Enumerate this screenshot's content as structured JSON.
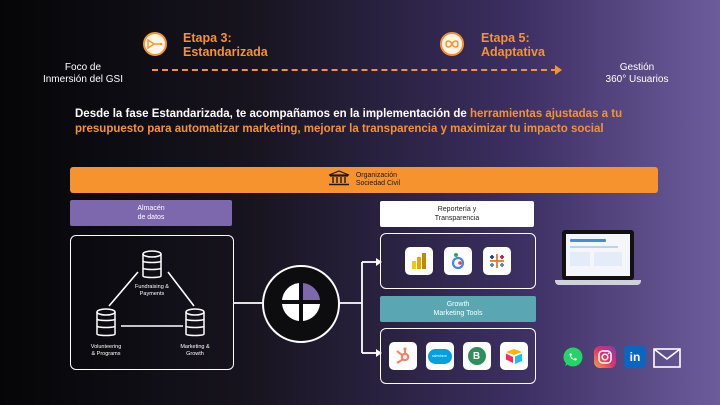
{
  "timeline": {
    "start_label": "Foco de\nInmersión del GSI",
    "end_label": "Gestión\n360° Usuarios",
    "stages": [
      {
        "title": "Etapa 3:",
        "subtitle": "Estandarizada",
        "icon": "funnel-icon"
      },
      {
        "title": "Etapa 5:",
        "subtitle": "Adaptativa",
        "icon": "infinity-icon"
      }
    ]
  },
  "intro": {
    "plain": "Desde la fase Estandarizada, te acompañamos en la implementación de ",
    "highlight_1": "herramientas ajustadas a tu",
    "highlight_2": "presupuesto para automatizar marketing, mejorar la transparencia y maximizar tu impacto social"
  },
  "banner": {
    "label": "Organización\nSociedad Civil",
    "icon": "building-icon"
  },
  "storage": {
    "header": "Almacén\nde datos",
    "nodes": [
      {
        "label": "Fundraising &\nPayments",
        "icon": "database-icon"
      },
      {
        "label": "Volunteering\n& Programs",
        "icon": "database-icon"
      },
      {
        "label": "Marketing &\nGrowth",
        "icon": "database-icon"
      }
    ]
  },
  "hub": {
    "icon": "hub-logo-icon"
  },
  "reporting": {
    "header": "Reportería y\nTransparencia",
    "tools": [
      "power-bi-icon",
      "looker-studio-icon",
      "tableau-icon"
    ]
  },
  "growth": {
    "header": "Growth\nMarketing Tools",
    "tools": [
      {
        "icon": "hubspot-icon",
        "label": ""
      },
      {
        "icon": "salesforce-icon",
        "label": "salesforce"
      },
      {
        "icon": "bloomerang-icon",
        "label": "B"
      },
      {
        "icon": "airtable-icon",
        "label": ""
      }
    ]
  },
  "social": [
    {
      "icon": "whatsapp-icon",
      "label": ""
    },
    {
      "icon": "instagram-icon",
      "label": ""
    },
    {
      "icon": "linkedin-icon",
      "label": "in"
    },
    {
      "icon": "mail-icon",
      "label": ""
    }
  ],
  "colors": {
    "accent": "#f7932f",
    "purple": "#7d68ad",
    "teal": "#5aa7b3"
  }
}
